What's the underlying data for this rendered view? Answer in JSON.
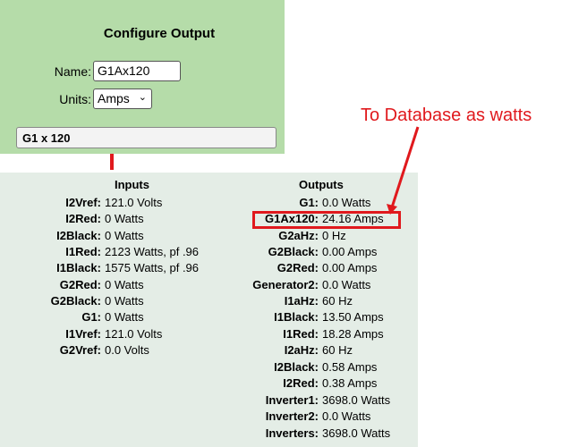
{
  "config": {
    "title": "Configure Output",
    "name_label": "Name:",
    "name_value": "G1Ax120",
    "units_label": "Units:",
    "units_value": "Amps",
    "expression": "G1 x 120"
  },
  "inputs": {
    "title": "Inputs",
    "rows": [
      {
        "key": "I2Vref:",
        "value": "121.0 Volts"
      },
      {
        "key": "I2Red:",
        "value": "0 Watts"
      },
      {
        "key": "I2Black:",
        "value": "0 Watts"
      },
      {
        "key": "I1Red:",
        "value": "2123 Watts, pf .96"
      },
      {
        "key": "I1Black:",
        "value": "1575 Watts, pf .96"
      },
      {
        "key": "G2Red:",
        "value": "0 Watts"
      },
      {
        "key": "G2Black:",
        "value": "0 Watts"
      },
      {
        "key": "G1:",
        "value": "0 Watts"
      },
      {
        "key": "I1Vref:",
        "value": "121.0 Volts"
      },
      {
        "key": "G2Vref:",
        "value": "0.0 Volts"
      }
    ]
  },
  "outputs": {
    "title": "Outputs",
    "rows": [
      {
        "key": "G1:",
        "value": "0.0 Watts"
      },
      {
        "key": "G1Ax120:",
        "value": "24.16 Amps"
      },
      {
        "key": "G2aHz:",
        "value": "0 Hz"
      },
      {
        "key": "G2Black:",
        "value": "0.00 Amps"
      },
      {
        "key": "G2Red:",
        "value": "0.00 Amps"
      },
      {
        "key": "Generator2:",
        "value": "0.0 Watts"
      },
      {
        "key": "I1aHz:",
        "value": "60 Hz"
      },
      {
        "key": "I1Black:",
        "value": "13.50 Amps"
      },
      {
        "key": "I1Red:",
        "value": "18.28 Amps"
      },
      {
        "key": "I2aHz:",
        "value": "60 Hz"
      },
      {
        "key": "I2Black:",
        "value": "0.58 Amps"
      },
      {
        "key": "I2Red:",
        "value": "0.38 Amps"
      },
      {
        "key": "Inverter1:",
        "value": "3698.0 Watts"
      },
      {
        "key": "Inverter2:",
        "value": "0.0 Watts"
      },
      {
        "key": "Inverters:",
        "value": "3698.0 Watts"
      }
    ]
  },
  "annotation": {
    "text": "To Database as watts",
    "color": "#e0191d"
  },
  "colors": {
    "config_bg": "#b5dca9",
    "data_bg": "#e4ede6"
  }
}
